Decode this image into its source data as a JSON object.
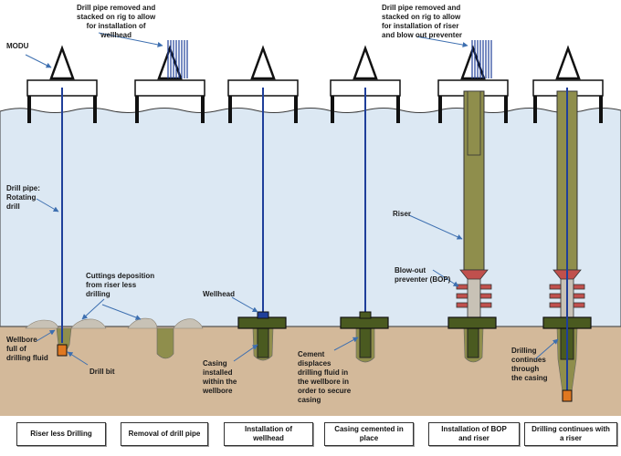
{
  "labels": {
    "modu": "MODU",
    "drill_pipe": [
      "Drill pipe:",
      "Rotating",
      "drill"
    ],
    "removed_1": [
      "Drill pipe removed and",
      "stacked on rig to allow",
      "for installation of",
      "wellhead"
    ],
    "removed_2": [
      "Drill pipe removed and",
      "stacked on rig to allow",
      "for installation of riser",
      "and blow out preventer"
    ],
    "cuttings": [
      "Cuttings deposition",
      "from riser less",
      "drilling"
    ],
    "wellbore": [
      "Wellbore",
      "full of",
      "drilling fluid"
    ],
    "drill_bit": "Drill bit",
    "wellhead": "Wellhead",
    "casing": [
      "Casing",
      "installed",
      "within the",
      "wellbore"
    ],
    "cement": [
      "Cement",
      "displaces",
      "drilling fluid in",
      "the wellbore in",
      "order to secure",
      "casing"
    ],
    "riser": "Riser",
    "bop": [
      "Blow-out",
      "preventer (BOP)"
    ],
    "continues": [
      "Drilling",
      "continues",
      "through",
      "the casing"
    ]
  },
  "captions": [
    [
      "Riser less Drilling"
    ],
    [
      "Removal of drill pipe"
    ],
    [
      "Installation of",
      "wellhead"
    ],
    [
      "Casing cemented in",
      "place"
    ],
    [
      "Installation of BOP",
      "and riser"
    ],
    [
      "Drilling continues with",
      "a riser"
    ]
  ],
  "colors": {
    "water": "#dce8f3",
    "seabed": "#d3b99a",
    "olive": "#8f8e4c",
    "green_dark": "#4a5a20",
    "bop_red": "#c0504d",
    "pipe_blue": "#1f3f9a",
    "bit_orange": "#e07820"
  }
}
